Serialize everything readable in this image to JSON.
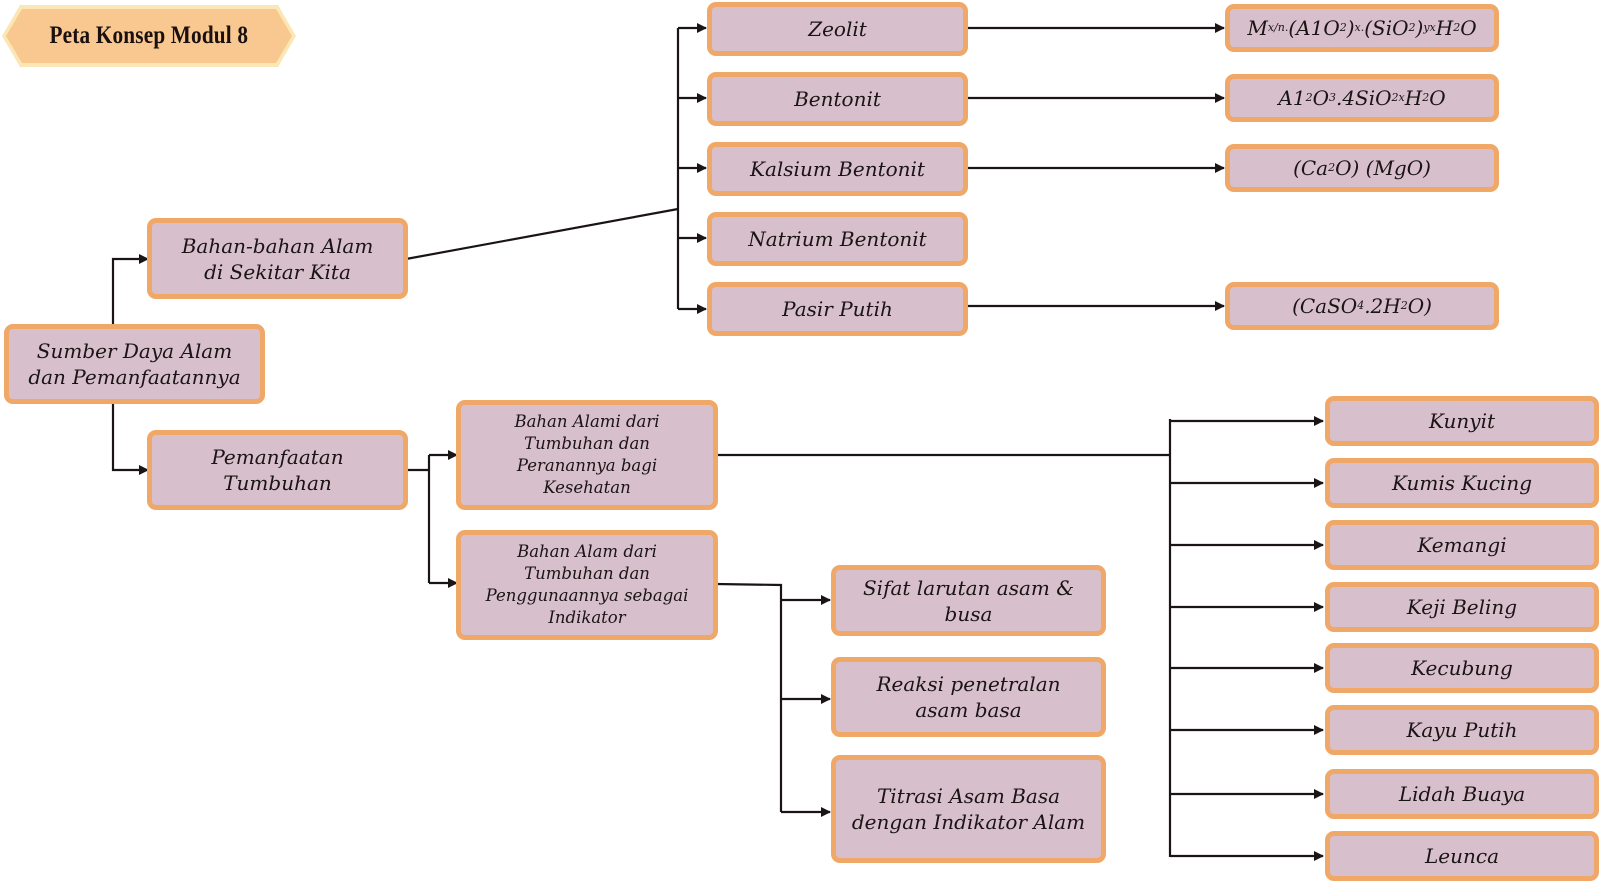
{
  "title": "Peta Konsep Modul 8",
  "colors": {
    "node_fill": "#d8bfcc",
    "node_border": "#f0a868",
    "title_fill": "#f8c890",
    "connector": "#1a1414"
  },
  "nodes": {
    "root": "Sumber Daya Alam\ndan Pemanfaatannya",
    "bahan_alam": "Bahan-bahan Alam\ndi Sekitar Kita",
    "pemanfaatan": "Pemanfaatan\nTumbuhan",
    "materials": [
      {
        "name": "Zeolit",
        "formula": "M<sub>x/n.</sub>(A1O<sub>2</sub>)<sub>x.</sub>(SiO<sub>2</sub>)<sub>yx</sub>H<sub>2</sub>O"
      },
      {
        "name": "Bentonit",
        "formula": "A1<sub>2</sub>O<sub>3</sub>.4SiO<sub>2x</sub>H<sub>2</sub>O"
      },
      {
        "name": "Kalsium Bentonit",
        "formula": "(Ca<sub>2</sub>O) (MgO)"
      },
      {
        "name": "Natrium Bentonit",
        "formula": null
      },
      {
        "name": "Pasir Putih",
        "formula": "(CaSO<sub>4</sub>.2H<sub>2</sub>O)"
      }
    ],
    "kesehatan": "Bahan Alami dari\nTumbuhan dan\nPeranannya bagi\nKesehatan",
    "indikator": "Bahan Alam dari\nTumbuhan dan\nPenggunaannya sebagai\nIndikator",
    "indikator_topics": [
      "Sifat larutan asam &\nbusa",
      "Reaksi penetralan\nasam basa",
      "Titrasi Asam Basa\ndengan Indikator Alam"
    ],
    "plants": [
      "Kunyit",
      "Kumis Kucing",
      "Kemangi",
      "Keji Beling",
      "Kecubung",
      "Kayu Putih",
      "Lidah Buaya",
      "Leunca"
    ]
  }
}
